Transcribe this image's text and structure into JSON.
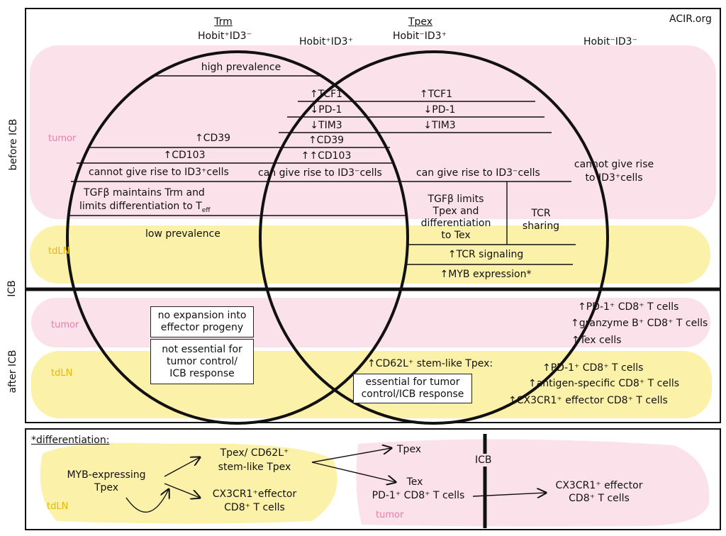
{
  "source": "ACIR.org",
  "phases": {
    "before": "before ICB",
    "icb": "ICB",
    "after": "after ICB"
  },
  "regions": {
    "tumor": "tumor",
    "tdln": "tdLN"
  },
  "headers": {
    "trm_title": "Trm",
    "trm_sub": "Hobit⁺ID3⁻",
    "overlap": "Hobit⁺ID3⁺",
    "tpex_title": "Tpex",
    "tpex_sub": "Hobit⁻ID3⁺",
    "right": "Hobit⁻ID3⁻"
  },
  "trm_column": {
    "high_prevalence": "high prevalence",
    "cd39": "↑CD39",
    "cd103": "↑CD103",
    "cannot_give_rise": "cannot give rise to ID3⁺cells",
    "tgfb_line1": "TGFβ maintains Trm and",
    "tgfb_line2": "limits differentiation to T",
    "tgfb_sub": "eff",
    "low_prevalence": "low prevalence"
  },
  "overlap_column": {
    "tcf1": "↑TCF1",
    "pd1": "↓PD-1",
    "tim3": "↓TIM3",
    "cd39": "↑CD39",
    "cd103": "↑↑CD103",
    "can_give_rise": "can give rise to ID3⁻cells"
  },
  "tpex_column": {
    "tcf1": "↑TCF1",
    "pd1": "↓PD-1",
    "tim3": "↓TIM3",
    "can_give_rise": "can give rise to ID3⁻cells",
    "tgfb_lines": [
      "TGFβ limits",
      "Tpex and",
      "differentiation",
      "to Tex"
    ],
    "tcr_sharing_lines": [
      "TCR",
      "sharing"
    ],
    "tcr_signaling": "↑TCR signaling",
    "myb": "↑MYB expression*"
  },
  "right_column": {
    "cannot_lines": [
      "cannot give rise",
      "to ID3⁺cells"
    ]
  },
  "after": {
    "box_no_expansion": "no expansion into\neffector progeny",
    "box_not_essential": "not essential for\ntumor control/\nICB response",
    "cd62l_label": "↑CD62L⁺ stem-like Tpex:",
    "box_essential": "essential for tumor\ncontrol/ICB response",
    "tumor_right": [
      "↑PD-1⁺ CD8⁺ T cells",
      "↑granzyme B⁺ CD8⁺ T cells",
      "↑Tex cells"
    ],
    "tdln_right": [
      "↑PD-1⁺ CD8⁺ T cells",
      "↑antigen-specific CD8⁺ T cells",
      "↑CX3CR1⁺ effector    CD8⁺ T cells"
    ]
  },
  "footnote": {
    "title": "*differentiation:",
    "myb_lines": [
      "MYB-expressing",
      "Tpex"
    ],
    "tpex_cd62l_lines": [
      "Tpex/ CD62L⁺",
      "stem-like Tpex"
    ],
    "cx3cr1_lines": [
      "CX3CR1⁺effector",
      "CD8⁺ T cells"
    ],
    "tpex": "Tpex",
    "tex_lines": [
      "Tex",
      "PD-1⁺ CD8⁺ T cells"
    ],
    "icb": "ICB",
    "effector_lines": [
      "CX3CR1⁺ effector",
      "CD8⁺ T cells"
    ],
    "tdln": "tdLN",
    "tumor": "tumor"
  },
  "colors": {
    "tumor_band": "#fbe1ea",
    "tdln_band": "#fbf1a8",
    "tumor_label": "#f07aa8",
    "tdln_label": "#e6b800"
  }
}
